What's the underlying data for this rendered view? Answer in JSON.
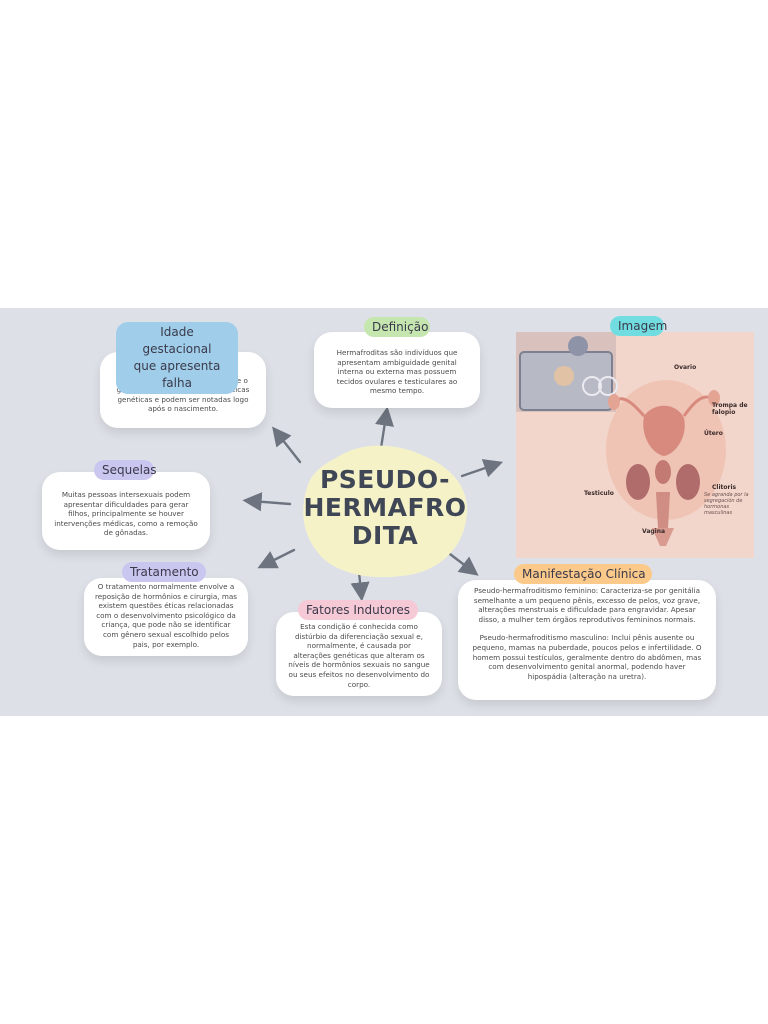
{
  "title": "PSEUDO-\nHERMAFRO\nDITA",
  "title_lines": [
    "PSEUDO-",
    "HERMAFRO",
    "DITA"
  ],
  "colors": {
    "board_bg": "#dde1e7",
    "center_blob": "#f6f2c8",
    "tag_definicao": "#c6e6b0",
    "tag_idade": "#9fcdea",
    "tag_sequelas": "#c9c6ef",
    "tag_tratamento": "#c9c6ef",
    "tag_fatores": "#f6c9d6",
    "tag_manifestacao": "#fbc98a",
    "tag_imagem": "#72dde0",
    "arrow": "#6d7480"
  },
  "nodes": {
    "idade": {
      "tag_line1": "Idade gestacional",
      "tag_line2": "que apresenta falha",
      "text": "As características do pseudo-hermafroditismo variam conforme o gênero definido pelas características genéticas e podem ser notadas logo após o nascimento."
    },
    "definicao": {
      "tag": "Definição",
      "text": "Hermafroditas são indivíduos que apresentam ambiguidade genital interna ou externa mas possuem tecidos ovulares e testiculares ao mesmo tempo."
    },
    "imagem": {
      "tag": "Imagem",
      "labels": {
        "ovario": "Ovario",
        "trompa": "Trompa de falopio",
        "utero": "Útero",
        "clitoris": "Clitoris",
        "clitoris_note": "Se agranda por la segregación de hormonas masculinas",
        "testiculo": "Testiculo",
        "vagina": "Vagina"
      }
    },
    "sequelas": {
      "tag": "Sequelas",
      "text": "Muitas pessoas intersexuais podem apresentar dificuldades para gerar filhos, principalmente se houver intervenções médicas, como a remoção de gônadas."
    },
    "tratamento": {
      "tag": "Tratamento",
      "text": "O tratamento normalmente envolve a reposição de hormônios e cirurgia, mas existem questões éticas relacionadas com o desenvolvimento psicológico da criança, que pode não se identificar com gênero sexual escolhido pelos pais, por exemplo."
    },
    "fatores": {
      "tag": "Fatores Indutores",
      "text": "Esta condição é conhecida como distúrbio da diferenciação sexual e, normalmente, é causada por alterações genéticas que alteram os níveis de hormônios sexuais no sangue ou seus efeitos no desenvolvimento do corpo."
    },
    "manifestacao": {
      "tag": "Manifestação Clínica",
      "text_female": "Pseudo-hermafroditismo feminino: Caracteriza-se por genitália semelhante a um pequeno pênis, excesso de pelos, voz grave, alterações menstruais e dificuldade para engravidar. Apesar disso, a mulher tem órgãos reprodutivos femininos normais.",
      "text_male": "Pseudo-hermafroditismo masculino: Inclui pênis ausente ou pequeno, mamas na puberdade, poucos pelos e infertilidade. O homem possui testículos, geralmente dentro do abdômen, mas com desenvolvimento genital anormal, podendo haver hipospádia (alteração na uretra)."
    }
  }
}
